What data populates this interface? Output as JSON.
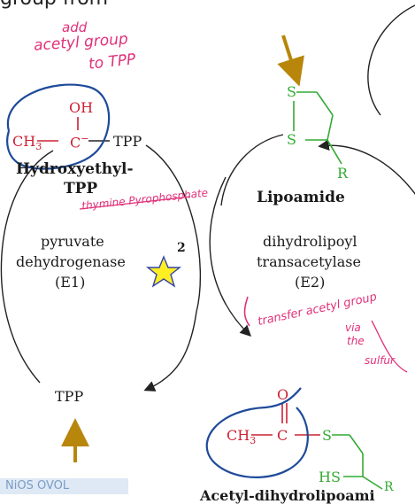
{
  "header_fragment": "group from",
  "notes": {
    "add_acetyl": [
      "add",
      "acetyl group",
      "to TPP"
    ],
    "thiamine": "thymine Pyrophosphate",
    "transfer": [
      "transfer acetyl group",
      "via",
      "the",
      "sulfur"
    ]
  },
  "hydroxyethyl_tpp": {
    "oh": "OH",
    "ch3": "CH",
    "ch3_sub": "3",
    "c": "C",
    "c_charge": "−",
    "tpp": "TPP",
    "name_line1": "Hydroxyethyl-",
    "name_line2": "TPP"
  },
  "enzyme_e1": {
    "line1": "pyruvate",
    "line2": "dehydrogenase",
    "line3": "(E1)"
  },
  "step_number": "2",
  "tpp_bottom": "TPP",
  "lipoamide": {
    "s_top": "S",
    "s_bottom": "S",
    "r": "R",
    "name": "Lipoamide"
  },
  "enzyme_e2": {
    "line1": "dihydrolipoyl",
    "line2": "transacetylase",
    "line3": "(E2)"
  },
  "acetyl_dihydrolipoamide": {
    "o": "O",
    "ch3": "CH",
    "ch3_sub": "3",
    "c": "C",
    "s": "S",
    "hs": "HS",
    "r": "R",
    "name": "Acetyl-dihydrolipoami"
  },
  "bottom_left_fragment": "NiOS OVOL",
  "colors": {
    "red": "#cc2233",
    "green": "#33aa33",
    "ink_pink": "#e0307a",
    "ink_blue": "#1e4a9a",
    "gold": "#b8860b",
    "star": "#ffee22"
  }
}
